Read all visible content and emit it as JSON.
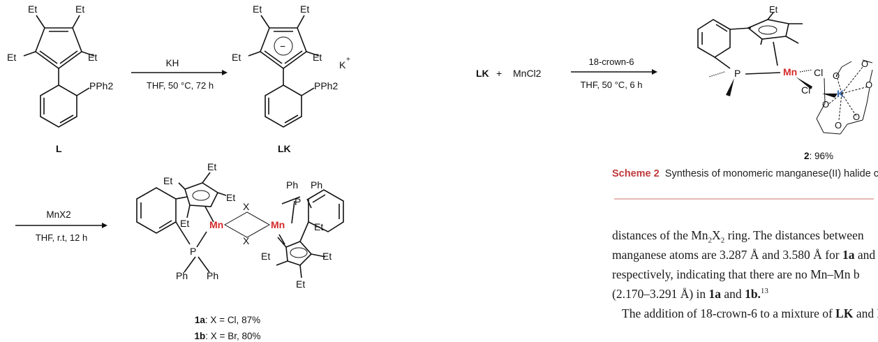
{
  "scheme1": {
    "ligand_label": "L",
    "ligand_pph2": "PPh2",
    "salt_label": "LK",
    "salt_pph2": "PPh2",
    "cation": "K",
    "step1_reagent": "KH",
    "step1_conditions": "THF, 50 °C, 72 h",
    "step2_reagent": "MnX2",
    "step2_conditions": "THF, r.t, 12 h",
    "ethyl": "Et",
    "phenyl": "Ph",
    "mn": "Mn",
    "halide": "X",
    "phosphorus": "P",
    "product_1a": {
      "label": "1a",
      "text": ": X = Cl, 87%"
    },
    "product_1b": {
      "label": "1b",
      "text": ": X = Br, 80%"
    }
  },
  "scheme2": {
    "reactant_lk": "LK",
    "plus": "+",
    "reactant_mncl2": "MnCl2",
    "reagent": "18-crown-6",
    "conditions": "THF, 50 °C, 6 h",
    "product_label": "2",
    "product_yield": ": 96%",
    "chloride": "Cl",
    "potassium": "K",
    "oxygen": "O",
    "caption_label": "Scheme 2",
    "caption_text": "Synthesis of monomeric manganese(II) halide complex"
  },
  "body": {
    "line1_a": "distances of the Mn",
    "line1_b": "X",
    "line1_c": " ring. The distances between",
    "line2_a": "manganese atoms are 3.287 Å and 3.580 Å for ",
    "line2_b": "1a",
    "line2_c": " and",
    "line3_a": "respectively, indicating that there are no Mn–Mn b",
    "line4_a": "(2.170–3.291 Å) in ",
    "line4_b": "1a",
    "line4_c": " and ",
    "line4_d": "1b.",
    "line4_ref": "13",
    "line5_a": "The addition of 18-crown-6 to a mixture of ",
    "line5_b": "LK",
    "line5_c": " and M"
  }
}
